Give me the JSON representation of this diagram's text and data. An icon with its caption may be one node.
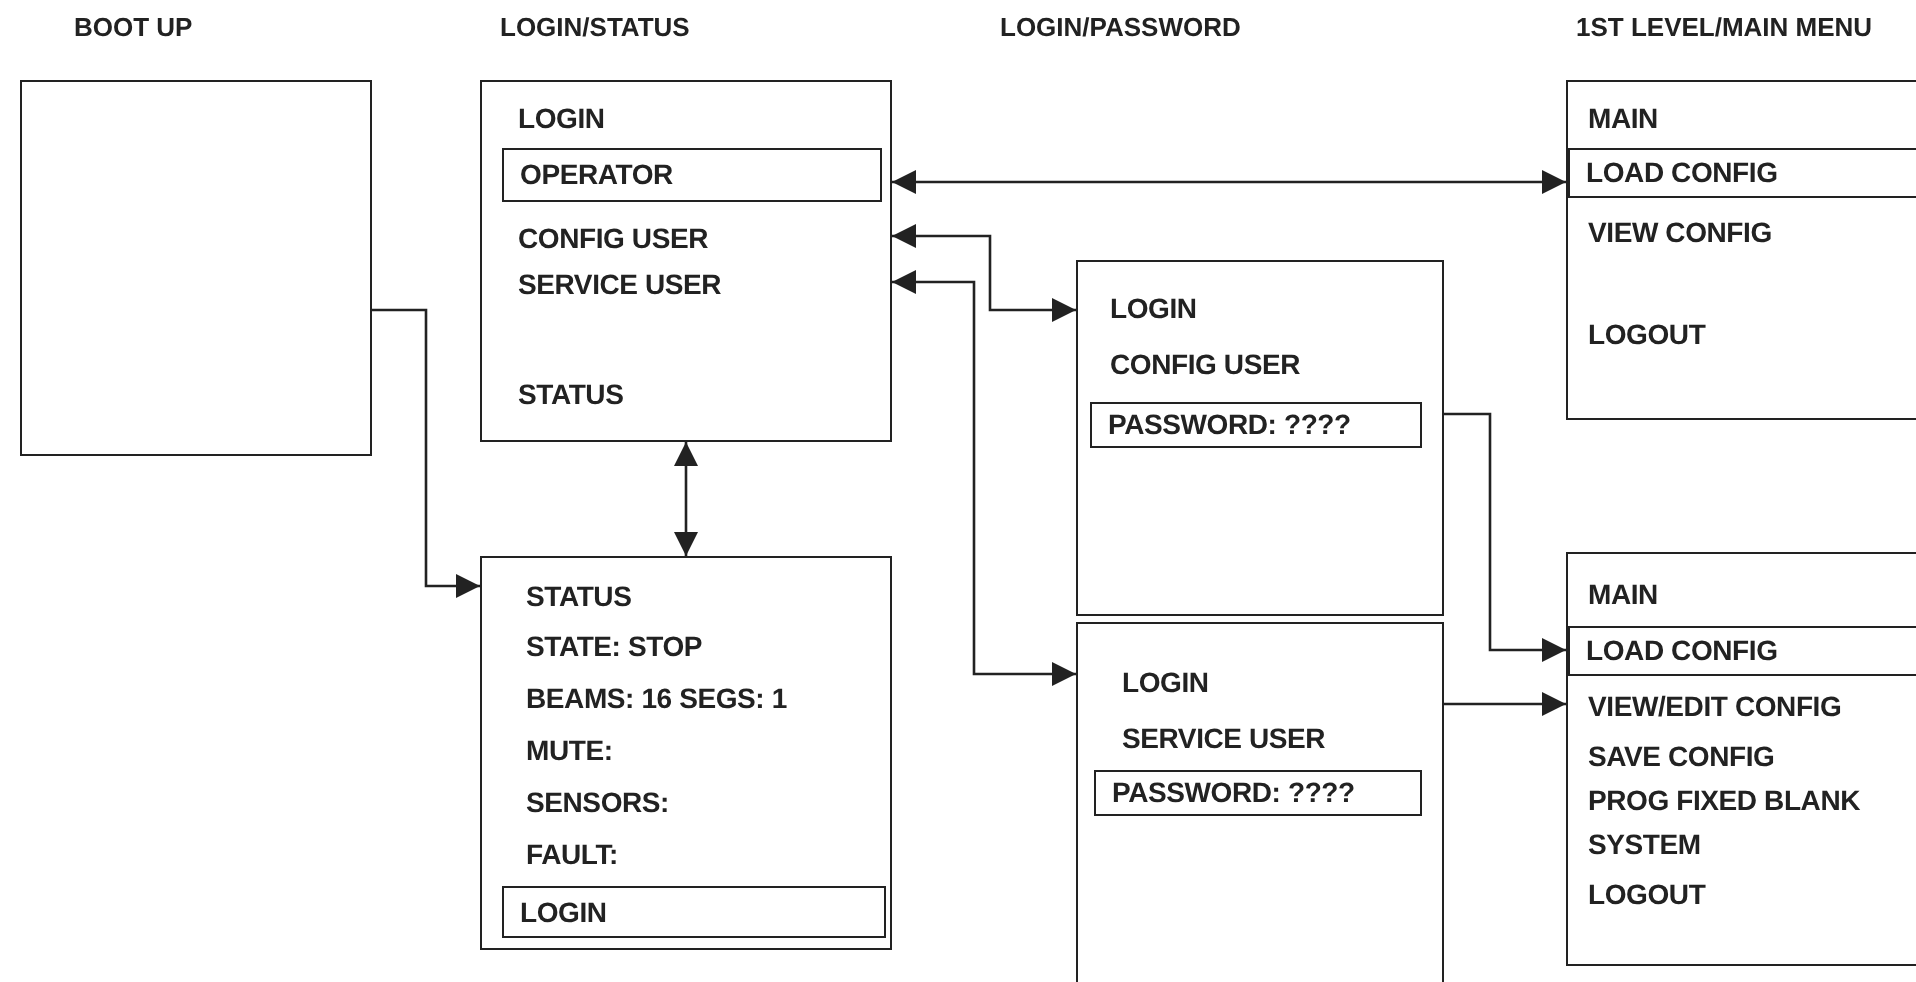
{
  "diagram": {
    "nodes": [
      {
        "text": [],
        "shape": "box"
      },
      {
        "text": [
          "LOGIN",
          "CONFIG USER",
          "SERVICE USER",
          "STATUS"
        ]
      },
      {
        "text": [
          "OPERATOR"
        ],
        "in": 1
      },
      {
        "text": [
          "STATUS",
          "STATE: STOP",
          "BEAMS: 16 SEGS: 1",
          "MUTE:",
          "SENSORS:",
          "FAULT:"
        ]
      },
      {
        "text": [
          "LOGIN"
        ],
        "in": 3
      },
      {
        "text": [
          "LOGIN",
          "CONFIG USER"
        ]
      },
      {
        "text": [
          "PASSWORD: ????"
        ],
        "in": 5
      },
      {
        "text": [
          "LOGIN",
          "SERVICE USER"
        ]
      },
      {
        "text": [
          "PASSWORD: ????"
        ],
        "in": 7
      },
      {
        "text": [
          "MAIN",
          "VIEW CONFIG",
          "LOGOUT"
        ]
      },
      {
        "text": [
          "LOAD CONFIG"
        ],
        "in": 9
      },
      {
        "text": [
          "MAIN",
          "VIEW/EDIT CONFIG",
          "SAVE CONFIG",
          "PROG FIXED BLANK",
          "SYSTEM",
          "LOGOUT"
        ]
      },
      {
        "text": [
          "LOAD CONFIG"
        ],
        "in": 11
      }
    ],
    "edges": [
      {
        "from": 0,
        "to": 3,
        "arrow": "to"
      },
      {
        "from": 1,
        "to": 3,
        "arrow": "both"
      },
      {
        "from": 1,
        "to": 9,
        "arrow": "both"
      },
      {
        "from": 1,
        "to": 5,
        "arrow": "both"
      },
      {
        "from": 1,
        "to": 7,
        "arrow": "both"
      },
      {
        "from": 5,
        "to": 11,
        "arrow": "to"
      },
      {
        "from": 7,
        "to": 11,
        "arrow": "to"
      }
    ],
    "labels": [
      "BOOT UP",
      "LOGIN/STATUS",
      "LOGIN/PASSWORD",
      "1ST LEVEL/MAIN MENU"
    ]
  }
}
